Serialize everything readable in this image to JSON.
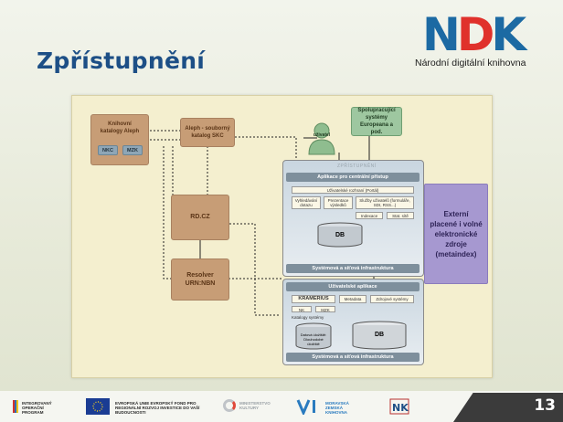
{
  "slide": {
    "title": "Zpřístupnění",
    "logo_mark": "NDK",
    "logo_subtitle": "Národní digitální knihovna",
    "page_number": "13"
  },
  "diagram": {
    "catalogs": "Knihovní katalogy Aleph",
    "nkc": "NKC",
    "mzk": "MZK",
    "aleph_skc": "Aleph - souborný katalog SKC",
    "user": "uživatel",
    "partners": "Spolupracující systémy Europeana a pod.",
    "zone_label": "ZPŘÍSTUPNĚNÍ",
    "central_app": "Aplikace pro centrální přístup",
    "portal": "Uživatelské rozhraní (Portál)",
    "search": "Vyhledávání dotazu",
    "presentation": "Prezentace výsledků",
    "user_services": "Služby uživatelů (formuláře, SDI, RSS...)",
    "indexes": "Indexace",
    "stats": "Stat. sítě",
    "db": "DB",
    "infra1": "Systémová a síťová infrastruktura",
    "user_apps": "Uživatelské aplikace",
    "kramerius": "KRAMERIUS",
    "metadata": "Metadata",
    "resource_sys": "Zdrojové systémy",
    "source_nk": "NK",
    "source_mzk": "MZK",
    "catalog_systems": "Katalogy systémy",
    "db_store": "Datová úložiště: Dlouhodobé úložiště",
    "db2": "DB",
    "infra2": "Systémová a síťová infrastruktura",
    "rdcz": "RD.CZ",
    "resolver": "Resolver URN:NBN",
    "external": "Externí placené i volné elektronické zdroje (metaindex)"
  },
  "footer": {
    "integrovany": "INTEGROVANÝ OPERAČNÍ PROGRAM",
    "eu": "EVROPSKÁ UNIE EVROPSKÝ FOND PRO REGIONÁLNÍ ROZVOJ INVESTICE DO VAŠÍ BUDOUCNOSTI",
    "ministerstvo": "MINISTERSTVO KULTURY",
    "mzk": "MORAVSKÁ ZEMSKÁ KNIHOVNA",
    "nk": "NK"
  },
  "colors": {
    "title": "#1d4f86",
    "logo_blue": "#1c6aa3",
    "logo_red": "#e0312b",
    "badge": "#3b3b3b"
  }
}
